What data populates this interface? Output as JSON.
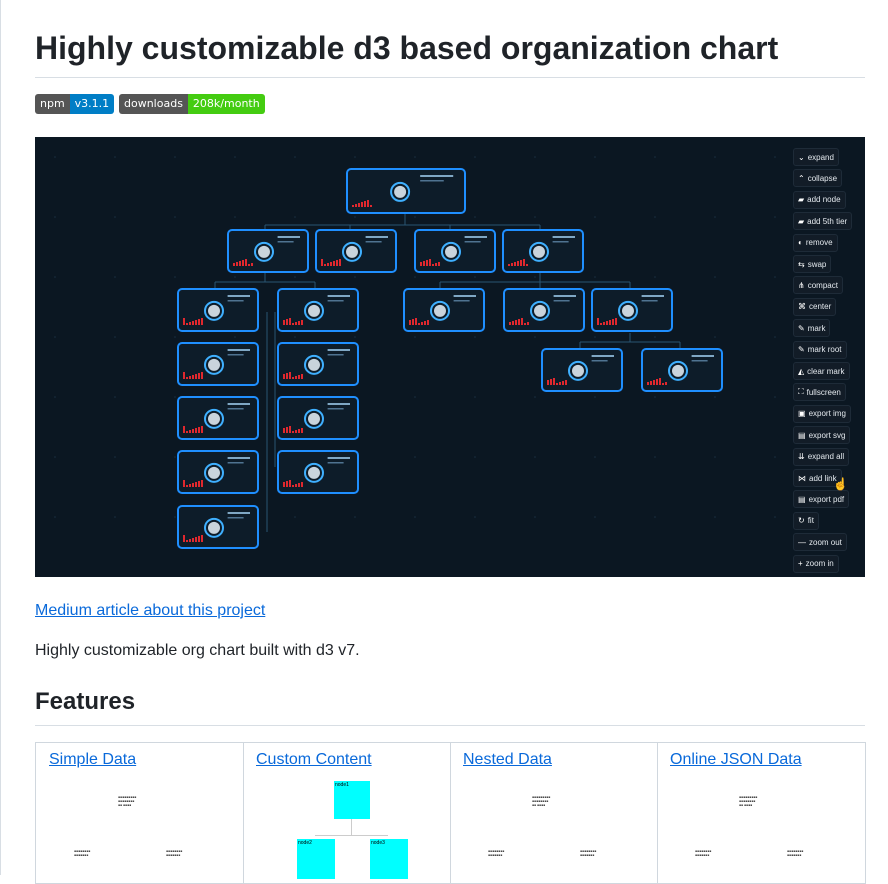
{
  "title": "Highly customizable d3 based organization chart",
  "badges": [
    {
      "label": "npm",
      "value": "v3.1.1",
      "color": "#007ec6"
    },
    {
      "label": "downloads",
      "value": "208k/month",
      "color": "#4c1"
    }
  ],
  "hero": {
    "controls": [
      {
        "icon": "chevron-down-icon",
        "label": "expand"
      },
      {
        "icon": "chevron-up-icon",
        "label": "collapse"
      },
      {
        "icon": "folder-plus-icon",
        "label": "add node"
      },
      {
        "icon": "folder-plus-icon",
        "label": "add 5th tier"
      },
      {
        "icon": "user-minus-icon",
        "label": "remove"
      },
      {
        "icon": "swap-icon",
        "label": "swap"
      },
      {
        "icon": "sitemap-icon",
        "label": "compact"
      },
      {
        "icon": "center-icon",
        "label": "center"
      },
      {
        "icon": "pen-icon",
        "label": "mark"
      },
      {
        "icon": "pen-icon",
        "label": "mark root"
      },
      {
        "icon": "eraser-icon",
        "label": "clear mark"
      },
      {
        "icon": "expand-icon",
        "label": "fullscreen"
      },
      {
        "icon": "image-icon",
        "label": "export img"
      },
      {
        "icon": "file-icon",
        "label": "export svg"
      },
      {
        "icon": "double-chevron-down-icon",
        "label": "expand all"
      },
      {
        "icon": "link-icon",
        "label": "add link"
      },
      {
        "icon": "file-icon",
        "label": "export pdf"
      },
      {
        "icon": "refresh-icon",
        "label": "fit"
      },
      {
        "icon": "minus-icon",
        "label": "zoom out"
      },
      {
        "icon": "plus-icon",
        "label": "zoom in"
      }
    ],
    "accent": "#1f8fff"
  },
  "links": {
    "medium": "Medium article about this project"
  },
  "description": "Highly customizable org chart built with d3 v7.",
  "features": {
    "heading": "Features",
    "cards": [
      {
        "title": "Simple Data"
      },
      {
        "title": "Custom Content",
        "nodes": [
          "node1",
          "node2",
          "node3"
        ]
      },
      {
        "title": "Nested Data"
      },
      {
        "title": "Online JSON Data"
      }
    ]
  }
}
